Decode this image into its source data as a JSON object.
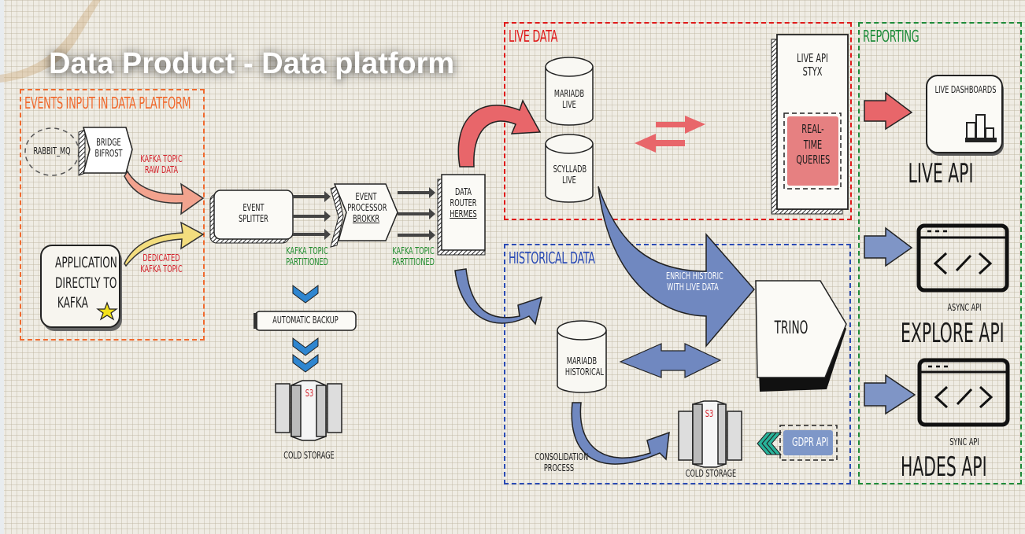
{
  "title": "Data Product - Data platform",
  "colors": {
    "events_zone": "#f06a2e",
    "live_zone": "#e01a1a",
    "historical_zone": "#2a4bb5",
    "reporting_zone": "#1e8c3a",
    "red_arrow": "#e8666a",
    "blue_arrow": "#7088c0",
    "chevron_blue": "#2f86d0",
    "chevron_teal": "#28b39a",
    "paper": "#efece4"
  },
  "zones": {
    "events": {
      "label": "Events input in data platform"
    },
    "live": {
      "label": "Live Data"
    },
    "historical": {
      "label": "Historical Data"
    },
    "reporting": {
      "label": "Reporting"
    }
  },
  "events": {
    "rabbit_mq": "Rabbit_MQ",
    "bridge": [
      "Bridge",
      "Bifrost"
    ],
    "raw_topic": [
      "Kafka topic",
      "raw data"
    ],
    "application": [
      "Application",
      "directly to",
      "Kafka"
    ],
    "dedicated_topic": [
      "Dedicated",
      "Kafka topic"
    ]
  },
  "pipeline": {
    "event_splitter": [
      "Event",
      "Splitter"
    ],
    "event_processor": [
      "Event",
      "Processor",
      "BROKKR"
    ],
    "data_router": [
      "Data",
      "Router",
      "HERMES"
    ],
    "partitioned_1": [
      "Kafka topic",
      "partitioned"
    ],
    "partitioned_2": [
      "Kafka topic",
      "partitioned"
    ],
    "automatic_backup": "Automatic Backup",
    "s3_label": "S3",
    "cold_storage": "Cold Storage"
  },
  "live": {
    "mariadb_live": [
      "MariaDB",
      "Live"
    ],
    "scylladb_live": [
      "ScyllaDB",
      "Live"
    ],
    "live_api": [
      "Live API",
      "STYX"
    ],
    "realtime": [
      "Real-",
      "time",
      "queries"
    ]
  },
  "historical": {
    "enrich": [
      "enrich Historic",
      "with live Data"
    ],
    "trino": "Trino",
    "mariadb_historical": [
      "MariaDB",
      "Historical"
    ],
    "consolidation": [
      "Consolidation",
      "Process"
    ],
    "s3_label": "S3",
    "cold_storage": "Cold Storage",
    "gdpr_api": "GDPR API"
  },
  "reporting": {
    "live_dashboards": "Live Dashboards",
    "live_api": "Live API",
    "async_api": "async API",
    "explore_api": "Explore API",
    "sync_api": "sync API",
    "hades_api": "Hades API"
  }
}
